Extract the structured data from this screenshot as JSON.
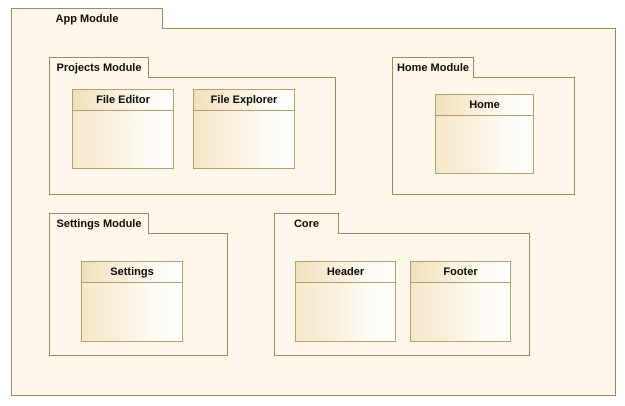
{
  "diagram": {
    "type": "uml-package-diagram",
    "title": "App Module",
    "background_color": "#ffffff",
    "package_fill": "#fdf7ec",
    "package_border": "#9c8c5c",
    "class_border": "#b79f6b",
    "class_fill_left": "#f3e4c4",
    "class_fill_right": "#fffefa",
    "text_color": "#100c04"
  },
  "root": {
    "label": "App Module"
  },
  "packages": [
    {
      "id": "projects-module",
      "label": "Projects Module",
      "classes": [
        {
          "id": "file-editor",
          "label": "File Editor"
        },
        {
          "id": "file-explorer",
          "label": "File Explorer"
        }
      ]
    },
    {
      "id": "home-module",
      "label": "Home Module",
      "classes": [
        {
          "id": "home",
          "label": "Home"
        }
      ]
    },
    {
      "id": "settings-module",
      "label": "Settings Module",
      "classes": [
        {
          "id": "settings",
          "label": "Settings"
        }
      ]
    },
    {
      "id": "core",
      "label": "Core",
      "classes": [
        {
          "id": "header",
          "label": "Header"
        },
        {
          "id": "footer",
          "label": "Footer"
        }
      ]
    }
  ]
}
